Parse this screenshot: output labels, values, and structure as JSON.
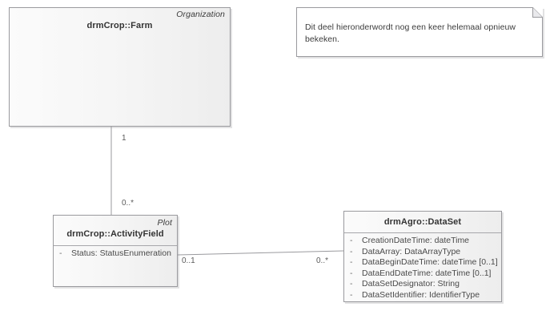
{
  "diagram": {
    "background_color": "#ffffff",
    "line_color": "#9a9a9e",
    "text_color": "#3c3c3c"
  },
  "classes": {
    "farm": {
      "stereotype": "Organization",
      "name": "drmCrop::Farm",
      "attributes": []
    },
    "activity_field": {
      "stereotype": "Plot",
      "name": "drmCrop::ActivityField",
      "attributes": [
        {
          "visibility": "-",
          "text": "Status: StatusEnumeration"
        }
      ]
    },
    "data_set": {
      "stereotype": "",
      "name": "drmAgro::DataSet",
      "attributes": [
        {
          "visibility": "-",
          "text": "CreationDateTime: dateTime"
        },
        {
          "visibility": "-",
          "text": "DataArray: DataArrayType"
        },
        {
          "visibility": "-",
          "text": "DataBeginDateTime: dateTime [0..1]"
        },
        {
          "visibility": "-",
          "text": "DataEndDateTime: dateTime [0..1]"
        },
        {
          "visibility": "-",
          "text": "DataSetDesignator: String"
        },
        {
          "visibility": "-",
          "text": "DataSetIdentifier: IdentifierType"
        }
      ]
    }
  },
  "note": {
    "text": "Dit deel hieronderwordt nog een keer helemaal opnieuw bekeken."
  },
  "connectors": {
    "farm_to_activityfield": {
      "source_multiplicity": "1",
      "target_multiplicity": "0..*"
    },
    "activityfield_to_dataset": {
      "source_multiplicity": "0..1",
      "target_multiplicity": "0..*"
    }
  }
}
